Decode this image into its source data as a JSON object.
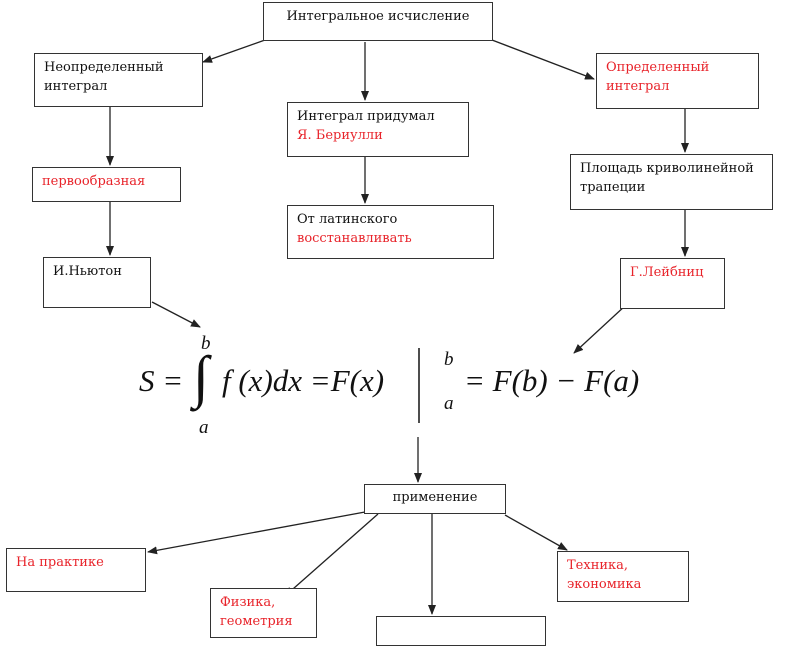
{
  "root": "Интегральное исчисление",
  "indef": [
    "Неопределенный",
    "интеграл"
  ],
  "def": [
    "Определенный",
    "интеграл"
  ],
  "origin": [
    "Интеграл придумал",
    "Я. Бериулли"
  ],
  "latin": [
    "От латинского",
    "восстанавливать"
  ],
  "antiderivative": "первообразная",
  "area": [
    "Площадь криволинейной",
    "трапеции"
  ],
  "newton": "И.Ньютон",
  "leibniz": "Г.Лейбниц",
  "formula": {
    "lhs": "S =",
    "integral_sign": "∫",
    "upper_limit": "b",
    "lower_limit": "a",
    "integrand": "f (x)dx =F(x)",
    "sub_upper": "b",
    "sub_lower": "a",
    "rhs": "= F(b) − F(a)"
  },
  "application": "применение",
  "practice": "На практике",
  "physics": [
    "Физика,",
    "геометрия"
  ],
  "tech": [
    "Техника,",
    "экономика"
  ],
  "colors": {
    "red": "#e8232a",
    "text": "#111111",
    "border": "#333333"
  }
}
